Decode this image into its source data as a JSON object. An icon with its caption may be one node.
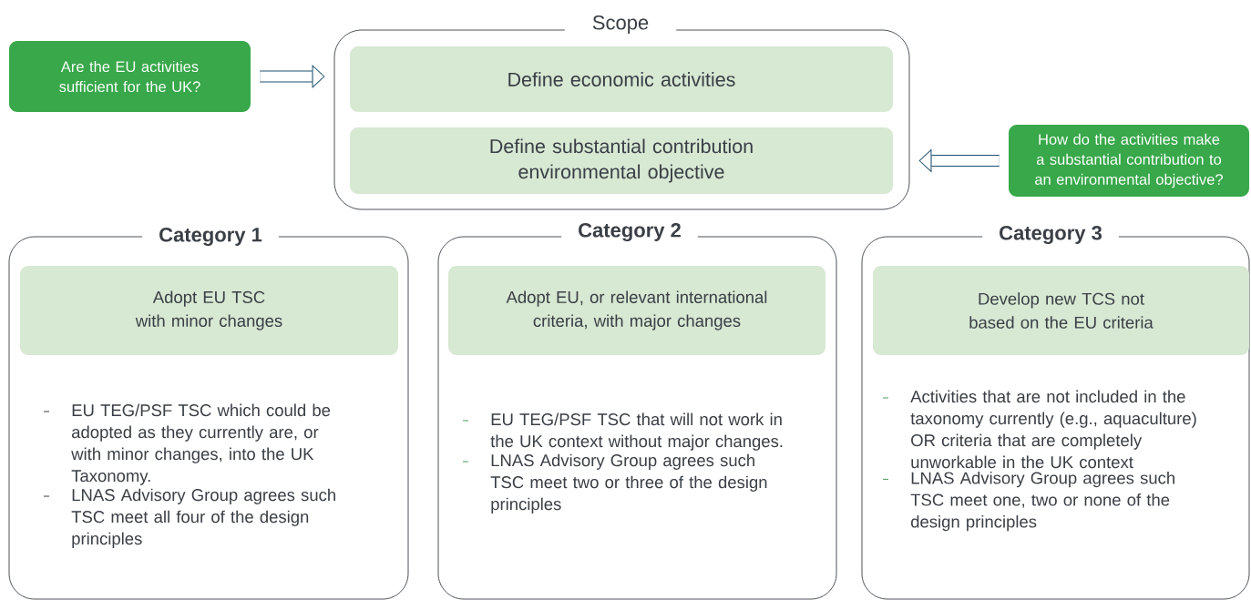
{
  "diagram": {
    "nodes": [
      {
        "text": [
          "Are the EU activities sufficient for the UK?"
        ]
      },
      {
        "text": [
          "Scope"
        ]
      },
      {
        "text": [
          "Define economic activities"
        ],
        "in": 1
      },
      {
        "text": [
          "Define substantial contribution environmental objective"
        ],
        "in": 1
      },
      {
        "text": [
          "How do the activities make a substantial contribution to an environmental objective?"
        ]
      },
      {
        "text": [
          "Category 1",
          "EU TEG/PSF TSC which could be adopted as they currently are, or with minor changes, into the UK Taxonomy.",
          "LNAS Advisory Group agrees such TSC meet all four of the design principles"
        ]
      },
      {
        "text": [
          "Adopt EU TSC with minor changes"
        ],
        "in": 5
      },
      {
        "text": [
          "Category 2",
          "EU TEG/PSF TSC that will not work in the UK context without major changes.",
          "LNAS Advisory Group agrees such TSC meet two or three of the design principles"
        ]
      },
      {
        "text": [
          "Adopt EU, or relevant international criteria, with major changes"
        ],
        "in": 7
      },
      {
        "text": [
          "Category 3",
          "Activities that are not included in the taxonomy currently (e.g., aquaculture) OR criteria that are completely unworkable in the UK context",
          "LNAS Advisory Group agrees such TSC meet one, two or none of the design principles"
        ]
      },
      {
        "text": [
          "Develop new TCS not based on the EU criteria"
        ],
        "in": 9
      }
    ],
    "edges": [
      {
        "from": 0,
        "to": 1,
        "arrow": "to"
      },
      {
        "from": 4,
        "to": 1,
        "arrow": "to"
      }
    ]
  }
}
